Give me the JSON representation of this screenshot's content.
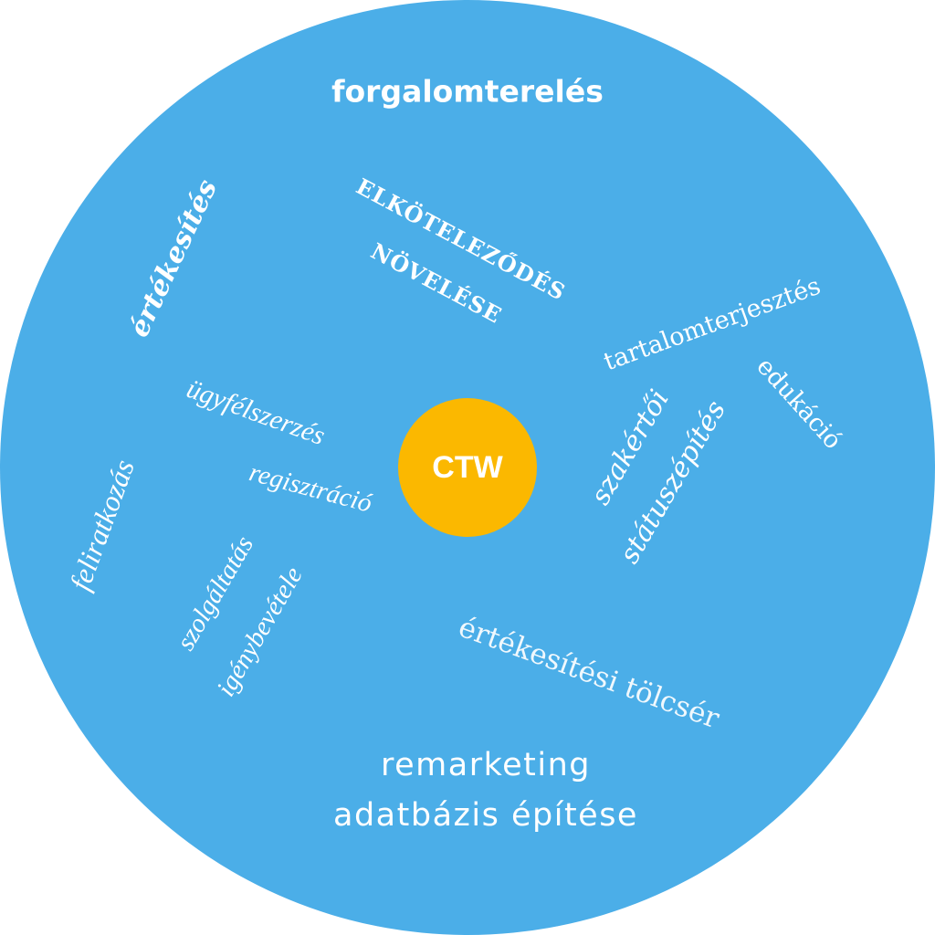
{
  "colors": {
    "disc": "#4baee8",
    "core": "#fbb800",
    "text": "#ffffff"
  },
  "center_label": "CTW",
  "terms": {
    "traffic": "forgalomterelés",
    "sales": "értékesítés",
    "engagement_1": "ELKÖTELEZŐDÉS",
    "engagement_2": "NÖVELÉSE",
    "content": "tartalomterjesztés",
    "education": "edukáció",
    "expert_1": "szakértői",
    "expert_2": "státuszépítés",
    "acquisition": "ügyfélszerzés",
    "registration": "regisztráció",
    "subscription": "feliratkozás",
    "service_1": "szolgáltatás",
    "service_2": "igénybevétele",
    "funnel": "értékesítési tölcsér",
    "remarketing": "remarketing",
    "database": "adatbázis építése"
  }
}
